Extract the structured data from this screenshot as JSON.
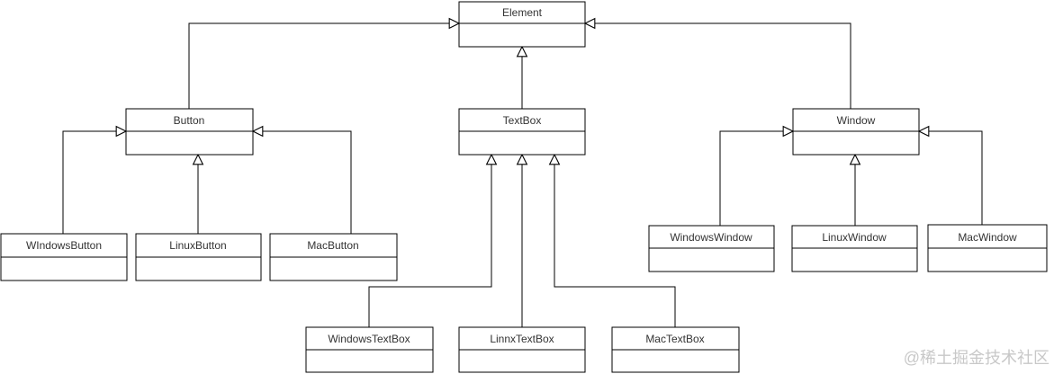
{
  "diagram": {
    "type": "uml-class-inheritance",
    "classes": {
      "element": {
        "label": "Element"
      },
      "button": {
        "label": "Button"
      },
      "textbox": {
        "label": "TextBox"
      },
      "window": {
        "label": "Window"
      },
      "windows_button": {
        "label": "WIndowsButton"
      },
      "linux_button": {
        "label": "LinuxButton"
      },
      "mac_button": {
        "label": "MacButton"
      },
      "windows_window": {
        "label": "WindowsWindow"
      },
      "linux_window": {
        "label": "LinuxWindow"
      },
      "mac_window": {
        "label": "MacWindow"
      },
      "windows_textbox": {
        "label": "WindowsTextBox"
      },
      "linnx_textbox": {
        "label": "LinnxTextBox"
      },
      "mac_textbox": {
        "label": "MacTextBox"
      }
    },
    "relationships": [
      {
        "child": "Button",
        "parent": "Element",
        "type": "generalization"
      },
      {
        "child": "TextBox",
        "parent": "Element",
        "type": "generalization"
      },
      {
        "child": "Window",
        "parent": "Element",
        "type": "generalization"
      },
      {
        "child": "WIndowsButton",
        "parent": "Button",
        "type": "generalization"
      },
      {
        "child": "LinuxButton",
        "parent": "Button",
        "type": "generalization"
      },
      {
        "child": "MacButton",
        "parent": "Button",
        "type": "generalization"
      },
      {
        "child": "WindowsTextBox",
        "parent": "TextBox",
        "type": "generalization"
      },
      {
        "child": "LinnxTextBox",
        "parent": "TextBox",
        "type": "generalization"
      },
      {
        "child": "MacTextBox",
        "parent": "TextBox",
        "type": "generalization"
      },
      {
        "child": "WindowsWindow",
        "parent": "Window",
        "type": "generalization"
      },
      {
        "child": "LinuxWindow",
        "parent": "Window",
        "type": "generalization"
      },
      {
        "child": "MacWindow",
        "parent": "Window",
        "type": "generalization"
      }
    ]
  },
  "watermark": {
    "text": "@稀土掘金技术社区"
  },
  "colors": {
    "background": "#ffffff",
    "box_fill": "#ffffff",
    "stroke": "#000000",
    "label_text": "#333333",
    "watermark": "#c8c8c8"
  }
}
